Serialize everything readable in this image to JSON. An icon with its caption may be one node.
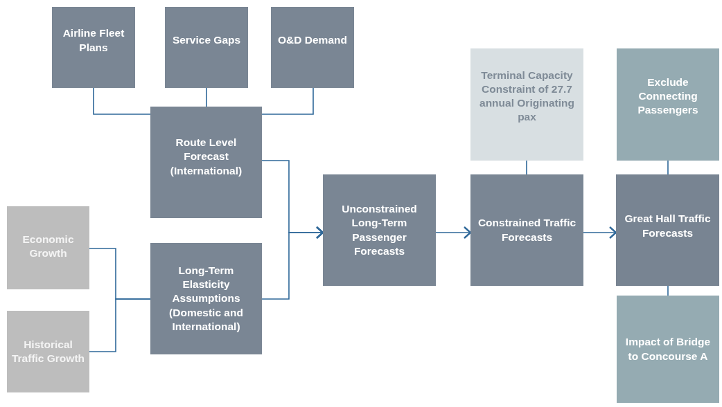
{
  "diagram": {
    "nodes": [
      {
        "text": [
          "Airline Fleet Plans"
        ]
      },
      {
        "text": [
          "Service Gaps"
        ]
      },
      {
        "text": [
          "O&D Demand"
        ]
      },
      {
        "text": [
          "Route Level Forecast (International)"
        ]
      },
      {
        "text": [
          "Economic Growth"
        ]
      },
      {
        "text": [
          "Historical Traffic Growth"
        ]
      },
      {
        "text": [
          "Long-Term Elasticity Assumptions (Domestic and International)"
        ]
      },
      {
        "text": [
          "Unconstrained Long-Term Passenger Forecasts"
        ]
      },
      {
        "text": [
          "Terminal Capacity Constraint of 27.7 annual Originating pax"
        ]
      },
      {
        "text": [
          "Constrained Traffic Forecasts"
        ]
      },
      {
        "text": [
          "Exclude Connecting Passengers"
        ]
      },
      {
        "text": [
          "Great Hall Traffic Forecasts"
        ]
      },
      {
        "text": [
          "Impact of Bridge to Concourse A"
        ]
      }
    ],
    "edges": [
      {
        "from": 0,
        "to": 3,
        "arrow": "none"
      },
      {
        "from": 1,
        "to": 3,
        "arrow": "none"
      },
      {
        "from": 2,
        "to": 3,
        "arrow": "none"
      },
      {
        "from": 3,
        "to": 7,
        "arrow": "to"
      },
      {
        "from": 4,
        "to": 6,
        "arrow": "none"
      },
      {
        "from": 5,
        "to": 6,
        "arrow": "none"
      },
      {
        "from": 6,
        "to": 7,
        "arrow": "to"
      },
      {
        "from": 7,
        "to": 9,
        "arrow": "to"
      },
      {
        "from": 8,
        "to": 9,
        "arrow": "none"
      },
      {
        "from": 9,
        "to": 11,
        "arrow": "to"
      },
      {
        "from": 10,
        "to": 11,
        "arrow": "none"
      },
      {
        "from": 12,
        "to": 11,
        "arrow": "none"
      }
    ]
  }
}
